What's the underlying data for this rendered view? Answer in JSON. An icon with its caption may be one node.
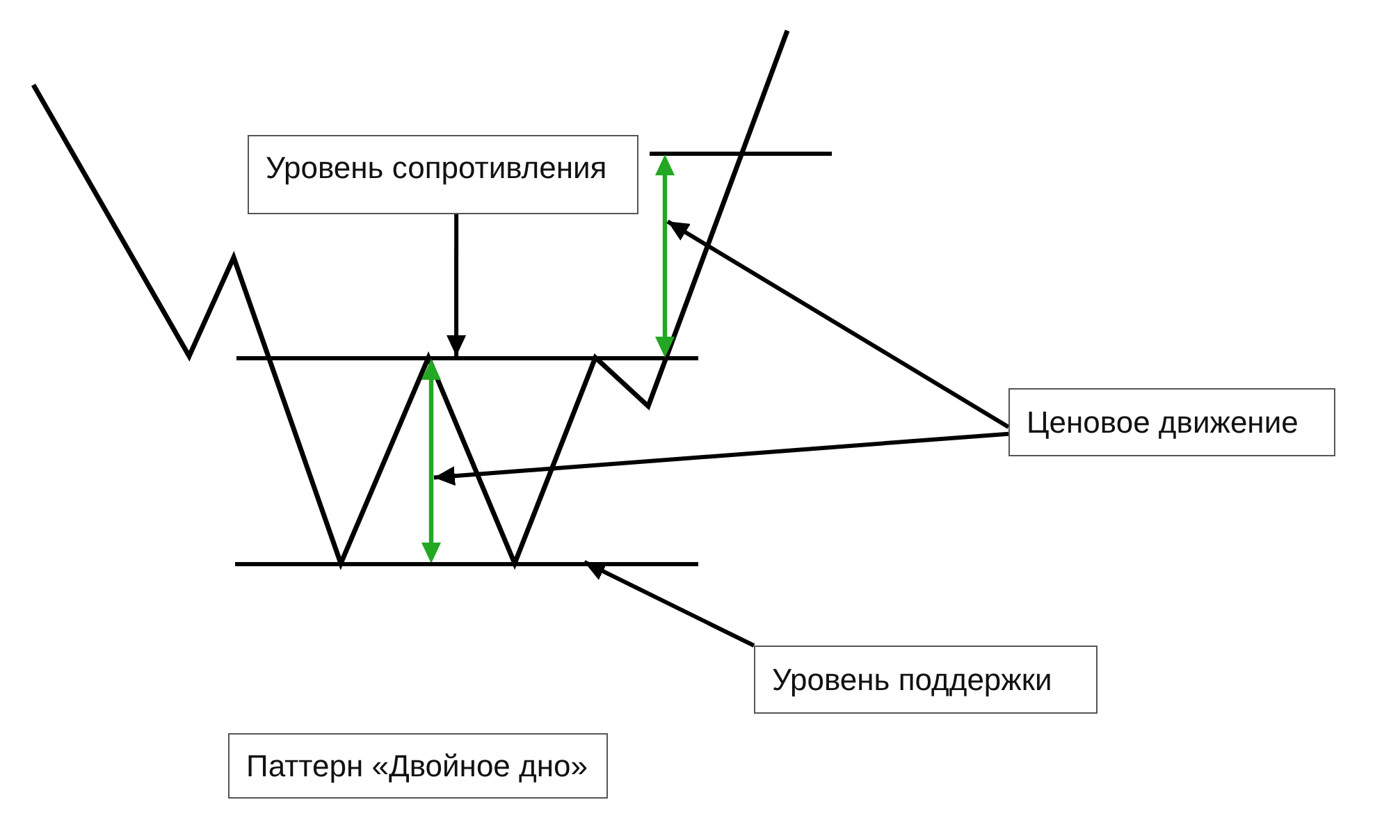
{
  "diagram": {
    "nodes": [
      {
        "text": [
          "Уровень сопротивления"
        ]
      },
      {
        "text": [],
        "shape": "line"
      },
      {
        "text": [
          "Ценовое движение"
        ]
      },
      {
        "text": [],
        "shape": "arrow"
      },
      {
        "text": [],
        "shape": "arrow"
      },
      {
        "text": [
          "Уровень поддержки"
        ]
      },
      {
        "text": [],
        "shape": "line"
      },
      {
        "text": [
          "Паттерн «Двойное дно»"
        ]
      }
    ],
    "edges": [
      {
        "from": 0,
        "to": 1,
        "arrow": "to"
      },
      {
        "from": 2,
        "to": 3,
        "arrow": "to"
      },
      {
        "from": 2,
        "to": 4,
        "arrow": "to"
      },
      {
        "from": 5,
        "to": 6,
        "arrow": "to"
      }
    ]
  }
}
